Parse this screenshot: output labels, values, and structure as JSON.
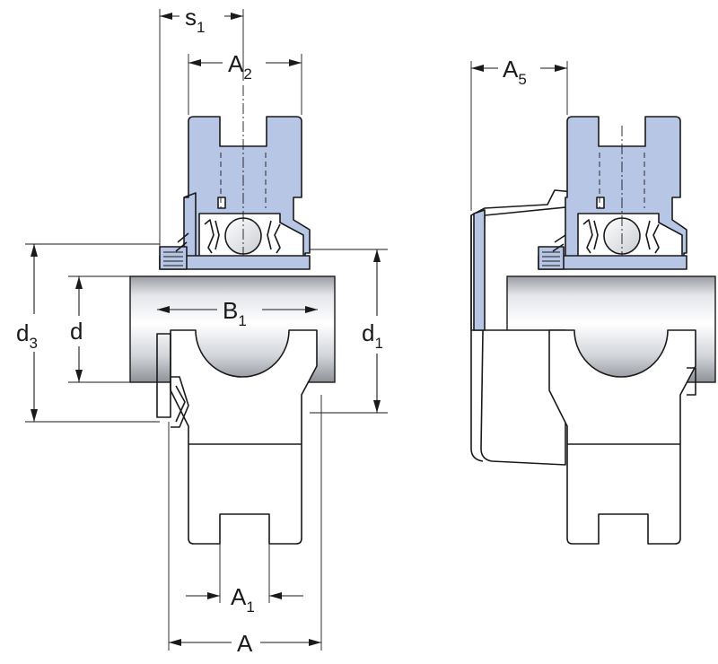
{
  "labels": {
    "s1": {
      "base": "s",
      "sub": "1"
    },
    "A2": {
      "base": "A",
      "sub": "2"
    },
    "A5": {
      "base": "A",
      "sub": "5"
    },
    "B1": {
      "base": "B",
      "sub": "1"
    },
    "d3": {
      "base": "d",
      "sub": "3"
    },
    "d": {
      "base": "d"
    },
    "d1": {
      "base": "d",
      "sub": "1"
    },
    "A1": {
      "base": "A",
      "sub": "1"
    },
    "A": {
      "base": "A"
    }
  },
  "colors": {
    "housing_blue": "#b8c6e6",
    "shaft_grey": "#d6d8dc",
    "line": "#1a1a1a"
  }
}
